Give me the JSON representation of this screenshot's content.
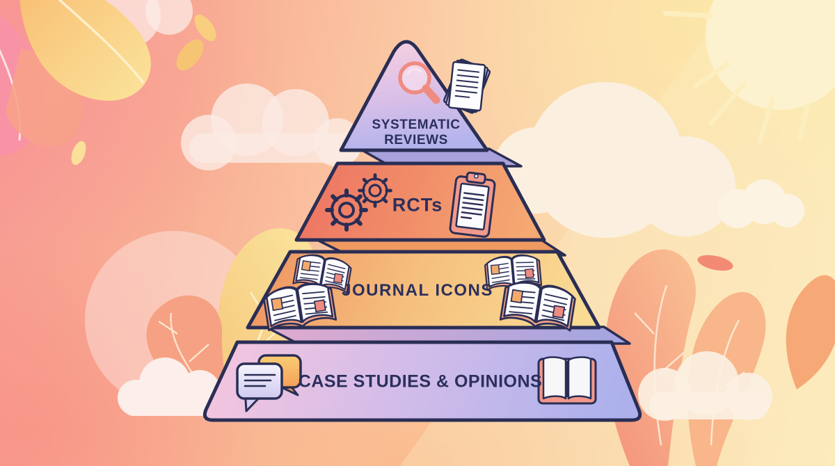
{
  "diagram": {
    "type": "evidence-pyramid-infographic",
    "tier_count": 4,
    "outline_color": "#2a2e55",
    "label_color": "#2b2f5c",
    "tiers": [
      {
        "level": 1,
        "label": "SYSTEMATIC REVIEWS",
        "icons": [
          "magnifying-glass",
          "paper-stack"
        ],
        "fill_top": "#f8cfe0",
        "fill_bottom": "#b4b4ec"
      },
      {
        "level": 2,
        "label": "RCTs",
        "icons": [
          "gears",
          "clipboard"
        ],
        "fill_left": "#ed7263",
        "fill_right": "#f5a872"
      },
      {
        "level": 3,
        "label": "JOURNAL ICONS",
        "icons": [
          "open-journal",
          "open-journal",
          "open-journal",
          "open-journal"
        ],
        "fill_left": "#ef9260",
        "fill_right": "#f9db93"
      },
      {
        "level": 4,
        "label": "CASE STUDIES & OPINIONS",
        "icons": [
          "chat-bubbles",
          "open-book"
        ],
        "fill_left": "#f6c6dd",
        "fill_right": "#acb1ec"
      }
    ]
  },
  "background": {
    "elements": [
      "sun",
      "sun-rays",
      "light-beam",
      "clouds",
      "autumn-leaves"
    ],
    "palette": {
      "salmon_pink": "#f89b92",
      "peach": "#fbc9a4",
      "cream_yellow": "#fce9b8",
      "sun": "#fdf2cf",
      "cloud": "#fdf2e4",
      "leaf_yellow": "#fbe49b",
      "leaf_coral": "#f4917b"
    }
  }
}
